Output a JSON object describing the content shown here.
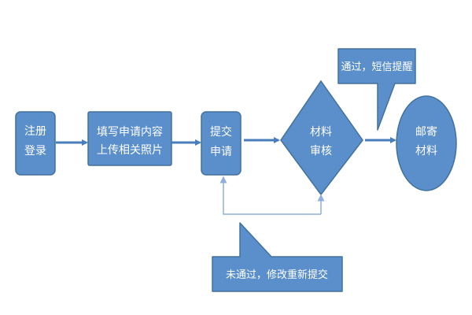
{
  "nodes": {
    "register": {
      "lines": [
        "注册",
        "登录"
      ]
    },
    "fill_form": {
      "lines": [
        "填写申请内容",
        "上传相关照片"
      ]
    },
    "submit": {
      "lines": [
        "提交",
        "申请"
      ]
    },
    "review": {
      "lines": [
        "材料",
        "审核"
      ]
    },
    "mail": {
      "lines": [
        "邮寄",
        "材料"
      ]
    }
  },
  "callouts": {
    "approved": "通过，短信提醒",
    "rejected": "未通过，修改重新提交"
  },
  "colors": {
    "fill": "#5b8fcc",
    "stroke": "#41719c",
    "arrow": "#4a7ebb",
    "feedback_line": "#8fb0dc"
  }
}
